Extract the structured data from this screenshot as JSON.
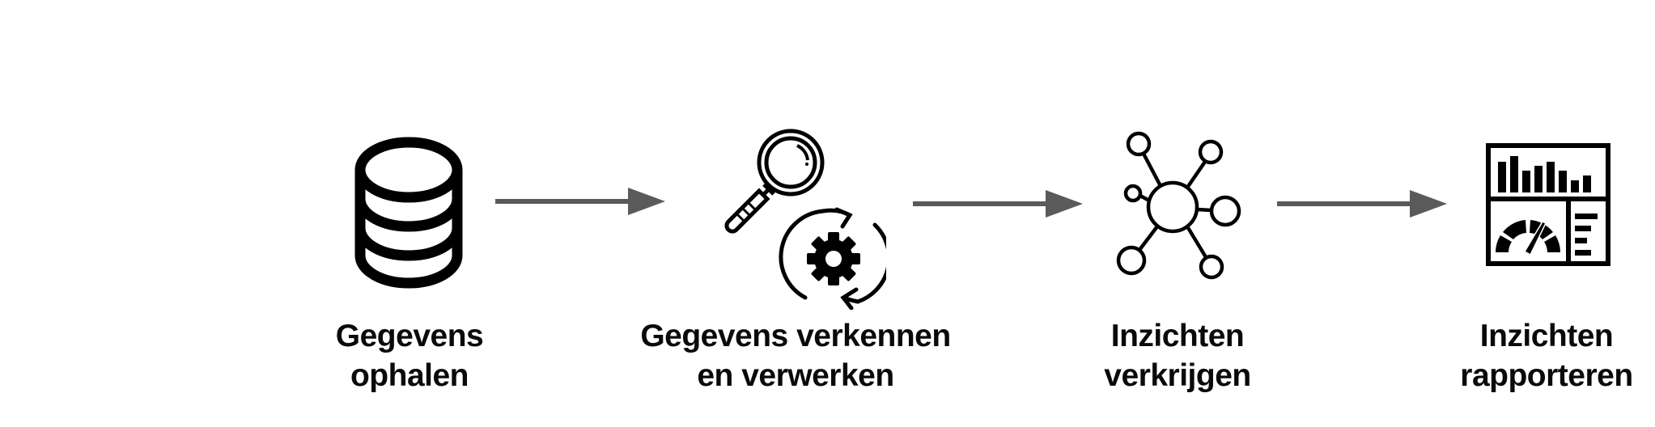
{
  "diagram": {
    "type": "process-flow",
    "colors": {
      "icon": "#000000",
      "arrow": "#5a5a5a",
      "text": "#0a0a0a",
      "background": "#ffffff"
    },
    "steps": [
      {
        "icon": "database-icon",
        "label_line1": "Gegevens",
        "label_line2": "ophalen"
      },
      {
        "icon": "magnifier-gear-cycle-icon",
        "label_line1": "Gegevens verkennen",
        "label_line2": "en verwerken"
      },
      {
        "icon": "network-nodes-icon",
        "label_line1": "Inzichten",
        "label_line2": "verkrijgen"
      },
      {
        "icon": "dashboard-report-icon",
        "label_line1": "Inzichten",
        "label_line2": "rapporteren"
      }
    ],
    "connectors": [
      {
        "from": 0,
        "to": 1,
        "icon": "arrow-right-icon"
      },
      {
        "from": 1,
        "to": 2,
        "icon": "arrow-right-icon"
      },
      {
        "from": 2,
        "to": 3,
        "icon": "arrow-right-icon"
      }
    ]
  }
}
